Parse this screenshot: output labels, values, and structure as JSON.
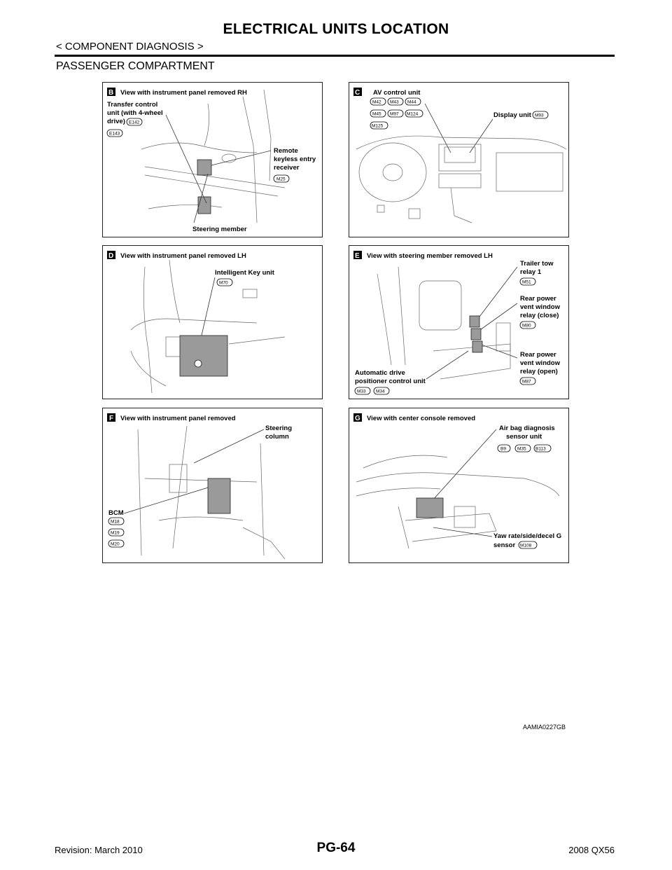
{
  "header": {
    "title": "ELECTRICAL UNITS LOCATION",
    "subtitle": "< COMPONENT DIAGNOSIS >",
    "section": "PASSENGER COMPARTMENT"
  },
  "panels": {
    "B": {
      "tag": "B",
      "caption": "View with instrument panel removed RH",
      "transfer": [
        "Transfer control",
        "unit (with 4-wheel",
        "drive)"
      ],
      "transfer_conn": [
        "E142",
        "E143"
      ],
      "remote": [
        "Remote",
        "keyless entry",
        "receiver"
      ],
      "remote_conn": "M25",
      "steering": "Steering member"
    },
    "C": {
      "tag": "C",
      "av_label": "AV control unit",
      "av_conn": [
        "M42",
        "M43",
        "M44",
        "M45",
        "M97",
        "M124",
        "M125"
      ],
      "display_label": "Display unit",
      "display_conn": "M93"
    },
    "D": {
      "tag": "D",
      "caption": "View with instrument panel removed LH",
      "key_label": "Intelligent Key unit",
      "key_conn": "M70"
    },
    "E": {
      "tag": "E",
      "caption": "View with steering member removed LH",
      "trailer": [
        "Trailer tow",
        "relay 1"
      ],
      "trailer_conn": "M51",
      "close": [
        "Rear power",
        "vent window",
        "relay (close)"
      ],
      "close_conn": "M80",
      "open": [
        "Rear power",
        "vent window",
        "relay (open)"
      ],
      "open_conn": "M87",
      "adp": [
        "Automatic drive",
        "positioner control unit"
      ],
      "adp_conn": [
        "M33",
        "M34"
      ]
    },
    "F": {
      "tag": "F",
      "caption": "View with instrument panel removed",
      "steering": [
        "Steering",
        "column"
      ],
      "bcm": "BCM",
      "bcm_conn": [
        "M18",
        "M19",
        "M20"
      ]
    },
    "G": {
      "tag": "G",
      "caption": "View with center console removed",
      "airbag": [
        "Air bag diagnosis",
        "sensor unit"
      ],
      "airbag_conn": [
        "B9",
        "M35",
        "B113"
      ],
      "yaw": [
        "Yaw rate/side/decel G",
        "sensor"
      ],
      "yaw_conn": "M108"
    }
  },
  "figure_code": "AAMIA0227GB",
  "footer": {
    "left": "Revision: March 2010",
    "center": "PG-64",
    "right": "2008 QX56"
  }
}
